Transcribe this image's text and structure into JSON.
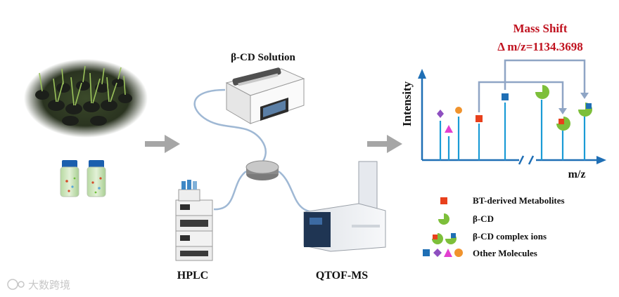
{
  "syringe_label": "β-CD Solution",
  "hplc_label": "HPLC",
  "qtof_label": "QTOF-MS",
  "mass_shift": {
    "title": "Mass Shift",
    "value": "Δ m/z=1134.3698"
  },
  "spectrum": {
    "ylabel": "Intensity",
    "xlabel": "m/z"
  },
  "legend": [
    {
      "key": "bt",
      "label": "BT-derived  Metabolites"
    },
    {
      "key": "cd",
      "label": "β-CD"
    },
    {
      "key": "complex",
      "label": "β-CD complex  ions"
    },
    {
      "key": "other",
      "label": "Other Molecules"
    }
  ],
  "watermark": "大数跨境",
  "colors": {
    "line": "#1a9bd6",
    "pipe": "#9fb8d4",
    "bt": "#e8401c",
    "cd": "#7dbf3a",
    "other_square": "#1f6fb5",
    "other_diamond": "#8e4fc0",
    "other_triangle": "#e23fd0",
    "other_circle": "#f0932d",
    "connector": "#8fa5c5",
    "arrow": "#a6a6a6",
    "text_red": "#c0121f"
  }
}
